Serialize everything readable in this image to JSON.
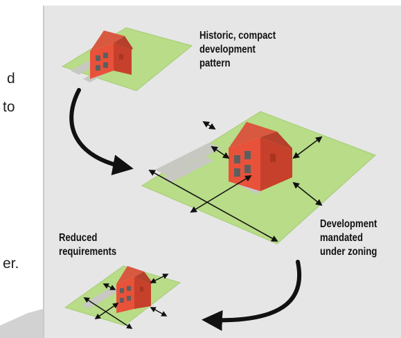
{
  "side_fragments": [
    "d",
    "to",
    "er."
  ],
  "labels": {
    "historic": [
      "Historic, compact",
      "development",
      "pattern"
    ],
    "mandated": [
      "Development",
      "mandated",
      "under zoning"
    ],
    "reduced": [
      "Reduced",
      "requirements"
    ]
  },
  "colors": {
    "panel": "#e6e6e6",
    "lawn": "#b8dc87",
    "lawn_edge": "#a5cb74",
    "path": "#c8c8c2",
    "house_front": "#e8523a",
    "house_side": "#c7402b",
    "roof": "#d8593f",
    "window": "#5e5e5e",
    "arrow": "#111111"
  }
}
